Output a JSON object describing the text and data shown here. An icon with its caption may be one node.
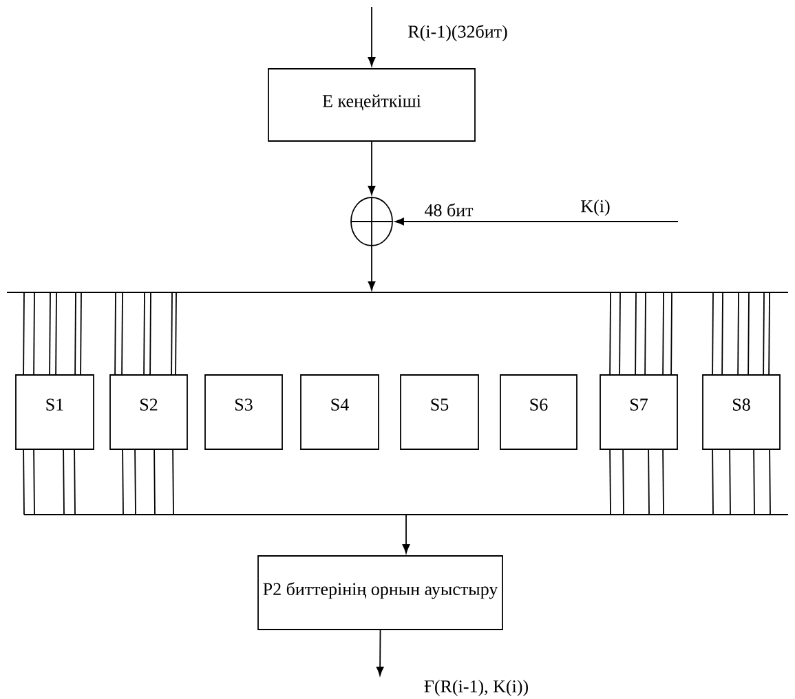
{
  "diagram": {
    "nodes": [
      {
        "text": [
          "E кеңейткіші"
        ]
      },
      {
        "text": [],
        "shape": "circle"
      },
      {
        "text": [],
        "shape": "bar"
      },
      {
        "text": [
          "S1"
        ]
      },
      {
        "text": [
          "S2"
        ]
      },
      {
        "text": [
          "S3"
        ]
      },
      {
        "text": [
          "S4"
        ]
      },
      {
        "text": [
          "S5"
        ]
      },
      {
        "text": [
          "S6"
        ]
      },
      {
        "text": [
          "S7"
        ]
      },
      {
        "text": [
          "S8"
        ]
      },
      {
        "text": [],
        "shape": "bar"
      },
      {
        "text": [
          "P2 биттерінің орнын ауыстыру"
        ]
      }
    ],
    "edges": [
      {
        "from": null,
        "to": 0,
        "arrow": "to",
        "label": "R(i-1)(32бит)"
      },
      {
        "from": 0,
        "to": 1,
        "arrow": "to"
      },
      {
        "from": null,
        "to": 1,
        "arrow": "to",
        "label": "K(i)"
      },
      {
        "from": 1,
        "to": 2,
        "arrow": "to"
      },
      {
        "from": 2,
        "to": 3,
        "arrow": "none"
      },
      {
        "from": 2,
        "to": 3,
        "arrow": "none"
      },
      {
        "from": 2,
        "to": 3,
        "arrow": "none"
      },
      {
        "from": 2,
        "to": 3,
        "arrow": "none"
      },
      {
        "from": 2,
        "to": 3,
        "arrow": "none"
      },
      {
        "from": 2,
        "to": 3,
        "arrow": "none"
      },
      {
        "from": 2,
        "to": 4,
        "arrow": "none"
      },
      {
        "from": 2,
        "to": 4,
        "arrow": "none"
      },
      {
        "from": 2,
        "to": 4,
        "arrow": "none"
      },
      {
        "from": 2,
        "to": 4,
        "arrow": "none"
      },
      {
        "from": 2,
        "to": 4,
        "arrow": "none"
      },
      {
        "from": 2,
        "to": 4,
        "arrow": "none"
      },
      {
        "from": 2,
        "to": 9,
        "arrow": "none"
      },
      {
        "from": 2,
        "to": 9,
        "arrow": "none"
      },
      {
        "from": 2,
        "to": 9,
        "arrow": "none"
      },
      {
        "from": 2,
        "to": 9,
        "arrow": "none"
      },
      {
        "from": 2,
        "to": 9,
        "arrow": "none"
      },
      {
        "from": 2,
        "to": 9,
        "arrow": "none"
      },
      {
        "from": 2,
        "to": 10,
        "arrow": "none"
      },
      {
        "from": 2,
        "to": 10,
        "arrow": "none"
      },
      {
        "from": 2,
        "to": 10,
        "arrow": "none"
      },
      {
        "from": 2,
        "to": 10,
        "arrow": "none"
      },
      {
        "from": 2,
        "to": 10,
        "arrow": "none"
      },
      {
        "from": 2,
        "to": 10,
        "arrow": "none"
      },
      {
        "from": 3,
        "to": 11,
        "arrow": "none"
      },
      {
        "from": 3,
        "to": 11,
        "arrow": "none"
      },
      {
        "from": 3,
        "to": 11,
        "arrow": "none"
      },
      {
        "from": 3,
        "to": 11,
        "arrow": "none"
      },
      {
        "from": 4,
        "to": 11,
        "arrow": "none"
      },
      {
        "from": 4,
        "to": 11,
        "arrow": "none"
      },
      {
        "from": 4,
        "to": 11,
        "arrow": "none"
      },
      {
        "from": 4,
        "to": 11,
        "arrow": "none"
      },
      {
        "from": 9,
        "to": 11,
        "arrow": "none"
      },
      {
        "from": 9,
        "to": 11,
        "arrow": "none"
      },
      {
        "from": 9,
        "to": 11,
        "arrow": "none"
      },
      {
        "from": 9,
        "to": 11,
        "arrow": "none"
      },
      {
        "from": 10,
        "to": 11,
        "arrow": "none"
      },
      {
        "from": 10,
        "to": 11,
        "arrow": "none"
      },
      {
        "from": 10,
        "to": 11,
        "arrow": "none"
      },
      {
        "from": 10,
        "to": 11,
        "arrow": "none"
      },
      {
        "from": 11,
        "to": 12,
        "arrow": "to"
      },
      {
        "from": 12,
        "to": null,
        "arrow": "to",
        "label": "Ғ(R(i-1), K(i))"
      }
    ],
    "labels": [
      "48 бит"
    ]
  }
}
